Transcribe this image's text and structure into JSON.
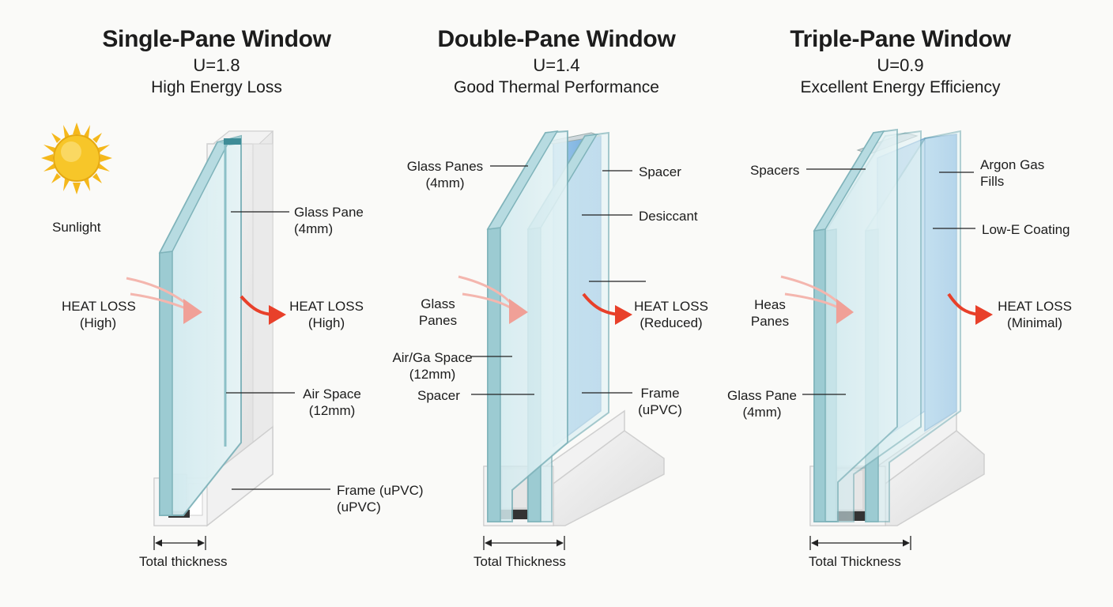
{
  "panels": [
    {
      "title": "Single-Pane Window",
      "u_value": "U=1.8",
      "rating": "High Energy Loss",
      "labels": {
        "sunlight": "Sunlight",
        "glass_pane": "Glass Pane\n(4mm)",
        "heat_in": "HEAT LOSS\n(High)",
        "heat_out": "HEAT LOSS\n(High)",
        "air_space": "Air Space\n(12mm)",
        "frame": "Frame (uPVC)\n(uPVC)",
        "thickness": "Total thickness"
      }
    },
    {
      "title": "Double-Pane Window",
      "u_value": "U=1.4",
      "rating": "Good Thermal Performance",
      "labels": {
        "glass_panes_top": "Glass Panes\n(4mm)",
        "spacer_top": "Spacer",
        "desiccant": "Desiccant",
        "glass_panes_mid": "Glass\nPanes",
        "heat_out": "HEAT LOSS\n(Reduced)",
        "air_gas_space": "Air/Ga Space\n(12mm)",
        "spacer_bottom": "Spacer",
        "frame": "Frame\n(uPVC)",
        "thickness": "Total Thickness"
      }
    },
    {
      "title": "Triple-Pane Window",
      "u_value": "U=0.9",
      "rating": "Excellent Energy Efficiency",
      "labels": {
        "spacers": "Spacers",
        "argon": "Argon Gas\nFills",
        "low_e": "Low-E Coating",
        "heas_panes": "Heas\nPanes",
        "heat_out": "HEAT LOSS\n(Minimal)",
        "glass_pane": "Glass Pane\n(4mm)",
        "thickness": "Total Thickness"
      }
    }
  ],
  "colors": {
    "glass": "#bfe0e6",
    "glass_edge": "#7fb3ba",
    "gas_blue": "#7ab3e0",
    "frame": "#eeeeee",
    "arrow_red": "#e8402a",
    "arrow_pink": "#f3a7a0",
    "sun": "#f5c21b"
  },
  "icons": [
    "sun-icon",
    "heat-arrow-icon",
    "dimension-arrow-icon"
  ]
}
